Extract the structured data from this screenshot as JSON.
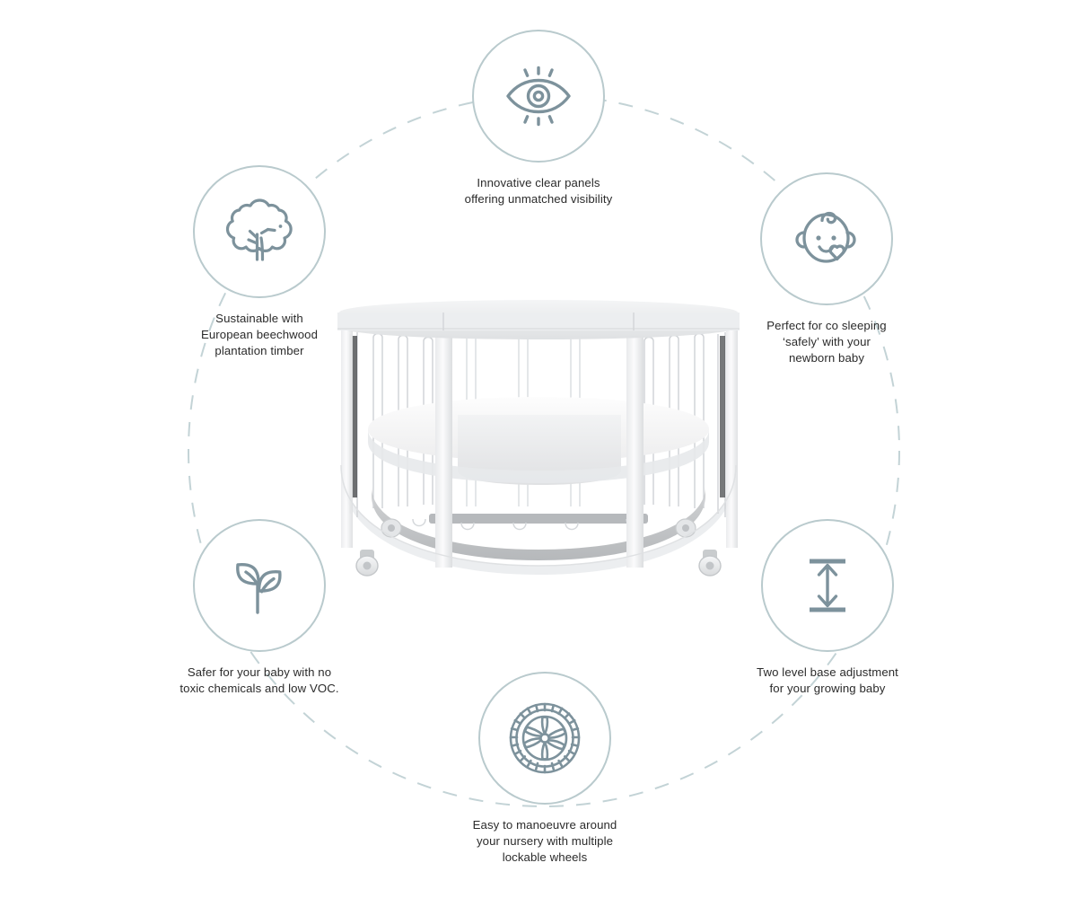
{
  "theme": {
    "bubble_border": "#b9cacd",
    "icon_stroke": "#7d929c",
    "dash_color": "#c3d3d6",
    "text_color": "#2b2b2b",
    "background": "#ffffff"
  },
  "product": {
    "name": "oval convertible baby crib",
    "description": "White oval cot with clear acrylic side panels, two-level mattress base and four lockable castor wheels"
  },
  "features": [
    {
      "id": "visibility",
      "icon": "eye-icon",
      "caption": "Innovative clear panels\noffering unmatched visibility"
    },
    {
      "id": "sustainable",
      "icon": "tree-icon",
      "caption": "Sustainable with\nEuropean beechwood\nplantation timber"
    },
    {
      "id": "cosleep",
      "icon": "baby-face-heart-icon",
      "caption": "Perfect for co sleeping\n‘safely’ with your\nnewborn baby"
    },
    {
      "id": "voc",
      "icon": "leaf-sprout-icon",
      "caption": "Safer for your baby with no\ntoxic chemicals and low VOC."
    },
    {
      "id": "base",
      "icon": "height-adjust-arrow-icon",
      "caption": "Two level base adjustment\nfor your growing baby"
    },
    {
      "id": "wheels",
      "icon": "wheel-icon",
      "caption": "Easy to manoeuvre around\nyour nursery with multiple\nlockable wheels"
    }
  ]
}
